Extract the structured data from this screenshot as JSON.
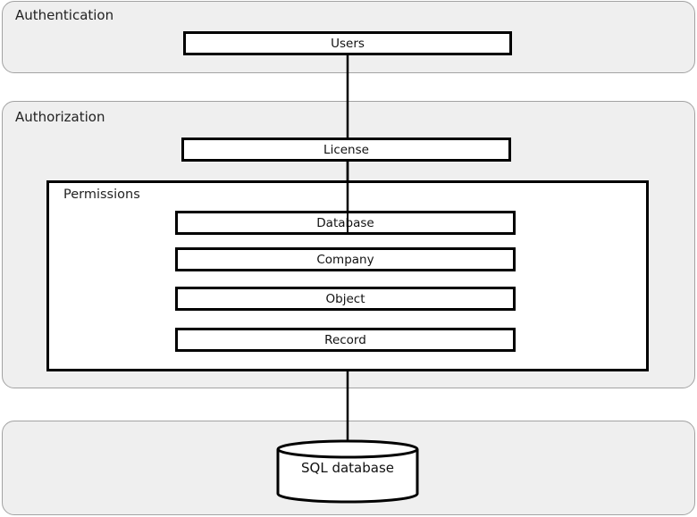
{
  "layers": {
    "authentication": {
      "label": "Authentication",
      "nodes": [
        "Users"
      ]
    },
    "authorization": {
      "label": "Authorization",
      "license": "License",
      "permissions": {
        "label": "Permissions",
        "items": [
          "Database",
          "Company",
          "Object",
          "Record"
        ]
      }
    },
    "storage": {
      "database": "SQL database"
    }
  },
  "colors": {
    "layer_fill": "#efefef",
    "layer_border": "#a3a3a3",
    "box_border": "#000000"
  }
}
